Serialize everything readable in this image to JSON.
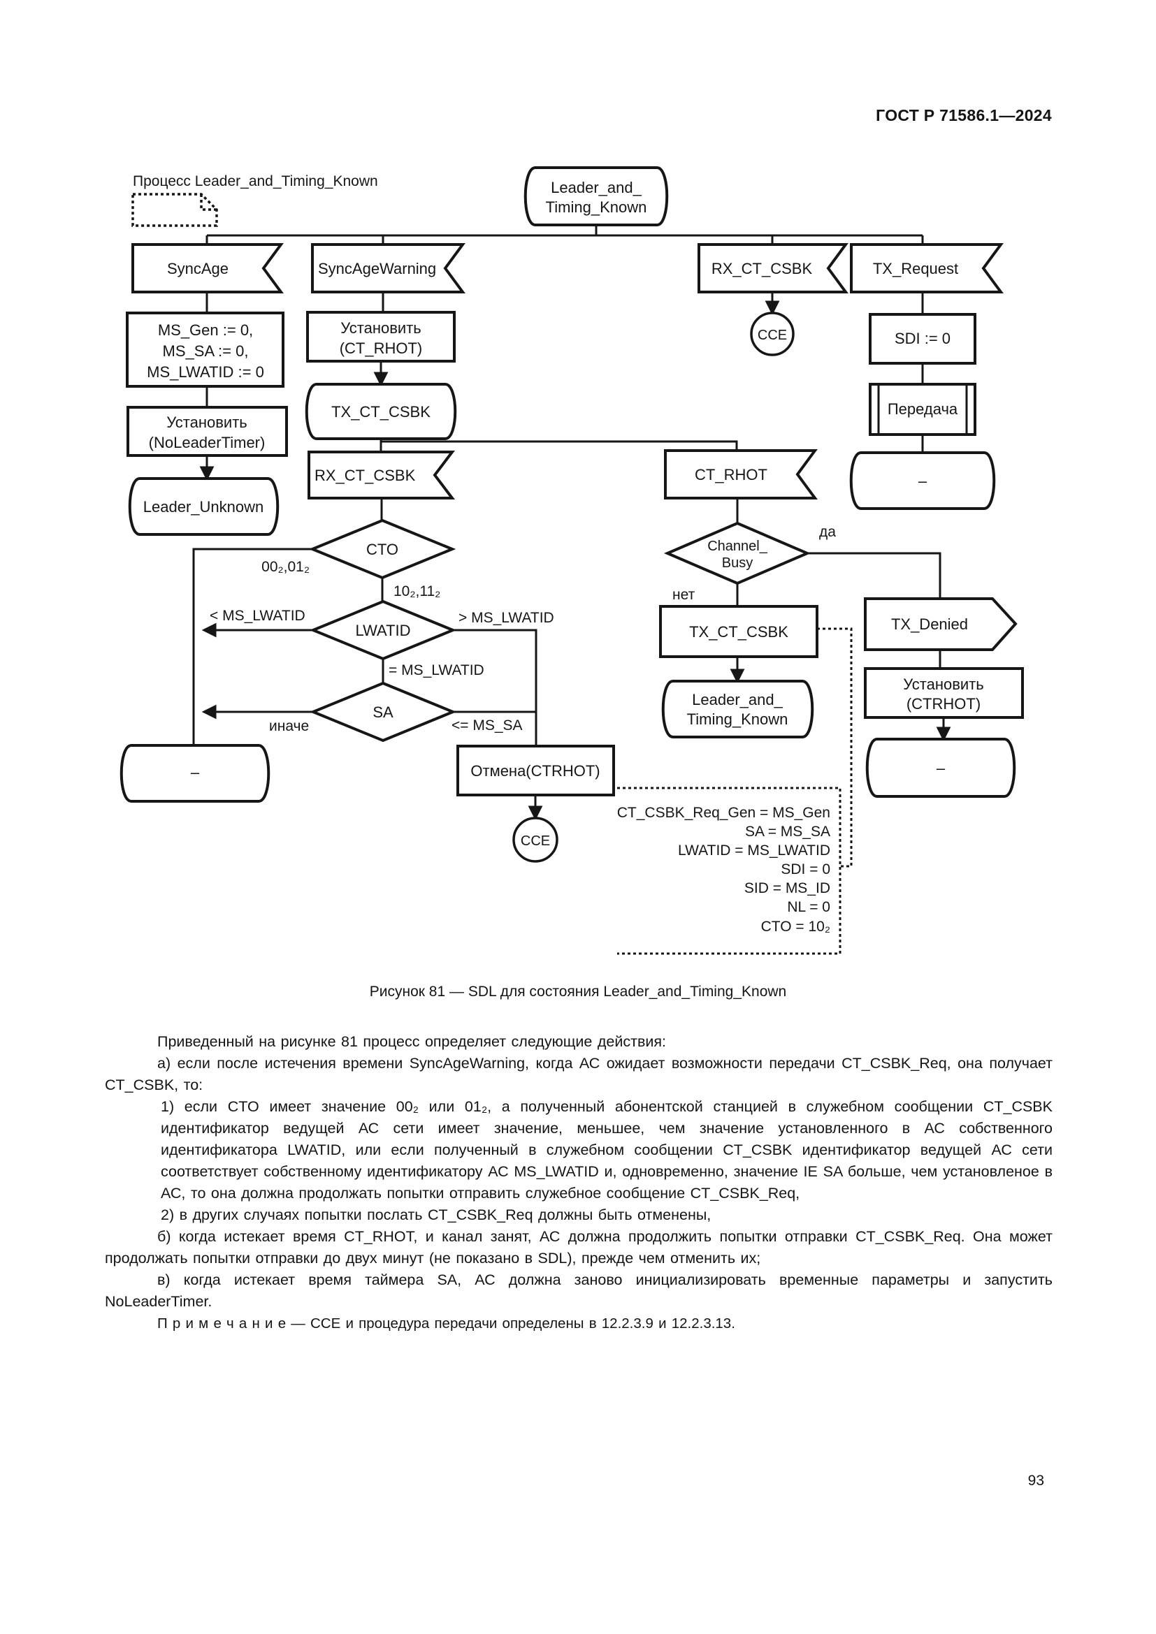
{
  "header": {
    "standard": "ГОСТ Р 71586.1—2024"
  },
  "diagram": {
    "process_label": "Процесс Leader_and_Timing_Known",
    "state_top": [
      "Leader_and_",
      "Timing_Known"
    ],
    "sig_syncage": "SyncAge",
    "sig_syncagewarning": "SyncAgeWarning",
    "sig_rx_top": "RX_CT_CSBK",
    "sig_tx_request": "TX_Request",
    "task_ms": [
      "MS_Gen := 0,",
      "MS_SA := 0,",
      "MS_LWATID := 0"
    ],
    "task_set_noleadertimer": [
      "Установить",
      "(NoLeaderTimer)"
    ],
    "state_leader_unknown": "Leader_Unknown",
    "task_set_ct_rhot": [
      "Установить",
      "(CT_RHOT)"
    ],
    "out_tx_ct_csbk": "TX_CT_CSBK",
    "sig_rx_mid": "RX_CT_CSBK",
    "dec_cto": "CTO",
    "dec_lwatid": "LWATID",
    "dec_sa": "SA",
    "lbl_cto_left": "00₂,01₂",
    "lbl_cto_down": "10₂,11₂",
    "lbl_lw_left": "< MS_LWATID",
    "lbl_lw_right": "> MS_LWATID",
    "lbl_lw_eq": "= MS_LWATID",
    "lbl_sa_else": "иначе",
    "lbl_sa_le": "<= MS_SA",
    "state_dash_left": "–",
    "task_cancel": "Отмена(CTRHOT)",
    "cce_bottom": "CCE",
    "cce_top": "CCE",
    "task_sdi": "SDI := 0",
    "proc_transmit": "Передача",
    "state_dash_mid": "–",
    "sig_ct_rhot": "CT_RHOT",
    "dec_channel_busy": [
      "Channel_",
      "Busy"
    ],
    "lbl_yes": "да",
    "lbl_no": "нет",
    "task_tx2": "TX_CT_CSBK",
    "state_latk": [
      "Leader_and_",
      "Timing_Known"
    ],
    "out_tx_denied": "TX_Denied",
    "task_set_ctrhot2": [
      "Установить",
      "(CTRHOT)"
    ],
    "state_dash_right": "–",
    "comment": [
      "CT_CSBK_Req_Gen = MS_Gen",
      "SA = MS_SA",
      "LWATID = MS_LWATID",
      "SDI = 0",
      "SID = MS_ID",
      "NL = 0",
      "CTO = 10₂"
    ]
  },
  "caption": "Рисунок 81 — SDL для состояния Leader_and_Timing_Known",
  "body": {
    "p0": "Приведенный на рисунке 81 процесс определяет следующие действия:",
    "p1": "а) если после истечения времени SyncAgeWarning, когда АС ожидает возможности передачи CT_CSBK_Req, она получает CT_CSBK, то:",
    "p2": "1) если CTO имеет значение 00₂ или 01₂, а полученный абонентской станцией в служебном сообщении CT_CSBK идентификатор ведущей АС сети имеет значение, меньшее, чем значение установленного в АС собственного идентификатора LWATID, или если полученный в служебном сообщении CT_CSBK идентификатор ведущей АС сети соответствует собственному идентификатору АС MS_LWATID и, одновременно, значение IE SA больше, чем установленое в АС, то она должна продолжать попытки отправить служебное сообщение CT_CSBK_Req,",
    "p3": "2) в других случаях попытки послать CT_CSBK_Req должны быть отменены,",
    "p4": "б) когда истекает время CT_RHOT, и канал занят, АС должна продолжить попытки отправки CT_CSBK_Req. Она может продолжать попытки отправки до двух минут (не показано в SDL), прежде чем отменить их;",
    "p5": "в) когда истекает время таймера SA, АС должна заново инициализировать временные параметры и запустить NoLeaderTimer.",
    "note": "П р и м е ч а н и е  — CCE и процедура передачи определены в 12.2.3.9 и 12.2.3.13."
  },
  "footer": {
    "page_number": "93"
  }
}
